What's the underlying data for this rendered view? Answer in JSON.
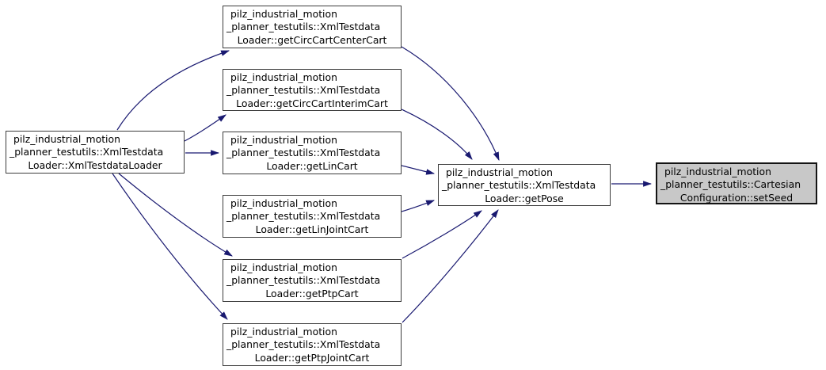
{
  "diagram": {
    "type": "caller-graph",
    "edge_color": "#191970",
    "node_border_color": "#3c3c3c",
    "node_fill": "#ffffff",
    "highlight_fill": "#c8c8c8",
    "nodes": {
      "xmlTestdataLoader": {
        "lines": [
          "pilz_industrial_motion",
          "_planner_testutils::XmlTestdata",
          "Loader::XmlTestdataLoader"
        ]
      },
      "getCircCartCenterCart": {
        "lines": [
          "pilz_industrial_motion",
          "_planner_testutils::XmlTestdata",
          "Loader::getCircCartCenterCart"
        ]
      },
      "getCircCartInterimCart": {
        "lines": [
          "pilz_industrial_motion",
          "_planner_testutils::XmlTestdata",
          "Loader::getCircCartInterimCart"
        ]
      },
      "getLinCart": {
        "lines": [
          "pilz_industrial_motion",
          "_planner_testutils::XmlTestdata",
          "Loader::getLinCart"
        ]
      },
      "getLinJointCart": {
        "lines": [
          "pilz_industrial_motion",
          "_planner_testutils::XmlTestdata",
          "Loader::getLinJointCart"
        ]
      },
      "getPtpCart": {
        "lines": [
          "pilz_industrial_motion",
          "_planner_testutils::XmlTestdata",
          "Loader::getPtpCart"
        ]
      },
      "getPtpJointCart": {
        "lines": [
          "pilz_industrial_motion",
          "_planner_testutils::XmlTestdata",
          "Loader::getPtpJointCart"
        ]
      },
      "getPose": {
        "lines": [
          "pilz_industrial_motion",
          "_planner_testutils::XmlTestdata",
          "Loader::getPose"
        ]
      },
      "setSeed": {
        "lines": [
          "pilz_industrial_motion",
          "_planner_testutils::Cartesian",
          "Configuration::setSeed"
        ],
        "highlighted": true
      }
    },
    "edges": [
      {
        "from": "xmlTestdataLoader",
        "to": "getCircCartCenterCart"
      },
      {
        "from": "xmlTestdataLoader",
        "to": "getCircCartInterimCart"
      },
      {
        "from": "xmlTestdataLoader",
        "to": "getLinCart"
      },
      {
        "from": "xmlTestdataLoader",
        "to": "getPtpCart"
      },
      {
        "from": "xmlTestdataLoader",
        "to": "getPtpJointCart"
      },
      {
        "from": "getCircCartCenterCart",
        "to": "getPose"
      },
      {
        "from": "getCircCartInterimCart",
        "to": "getPose"
      },
      {
        "from": "getLinCart",
        "to": "getPose"
      },
      {
        "from": "getLinJointCart",
        "to": "getPose"
      },
      {
        "from": "getPtpCart",
        "to": "getPose"
      },
      {
        "from": "getPtpJointCart",
        "to": "getPose"
      },
      {
        "from": "getPose",
        "to": "setSeed"
      }
    ]
  }
}
